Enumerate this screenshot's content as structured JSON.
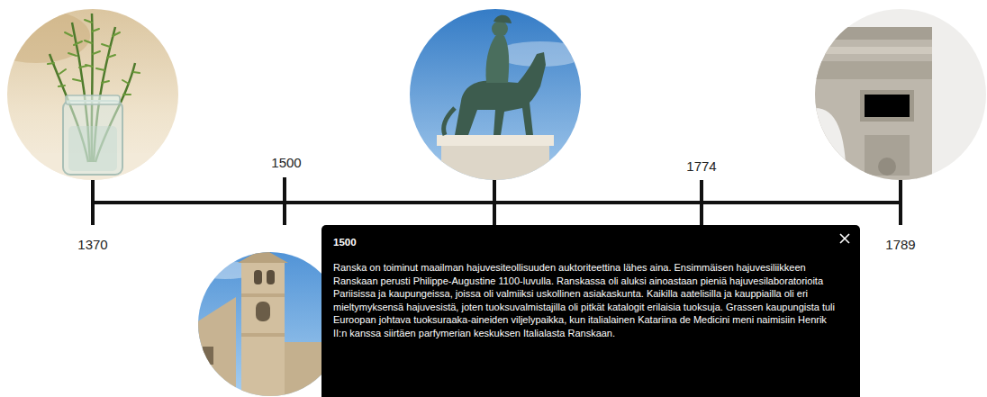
{
  "diagram": {
    "nodes": [
      {
        "text": [
          "1500",
          "Ranska on toiminut maailman hajuvesiteollisuuden auktoriteettina lähes aina. Ensimmäisen hajuvesiliikkeen Ranskaan perusti Philippe-Augustine 1100-luvulla. Ranskassa oli aluksi ainoastaan pieniä hajuvesilaboratorioita Pariisissa ja kaupungeissa, joissa oli valmiiksi uskollinen asiakaskunta. Kaikilla aatelisilla ja kauppiailla oli eri mieltymyksensä hajuvesistä, joten tuoksuvalmistajilla oli pitkät katalogit erilaisia tuoksuja. Grassen kaupungista tuli Euroopan johtava tuoksuraaka-aineiden viljelypaikka, kun italialainen Katariina de Medicini meni naimisiin Henrik II:n kanssa siirtäen parfymerian keskuksen Italialasta Ranskaan."
        ]
      }
    ],
    "labels": [
      "1500",
      "1774",
      "1370",
      "1789"
    ]
  }
}
